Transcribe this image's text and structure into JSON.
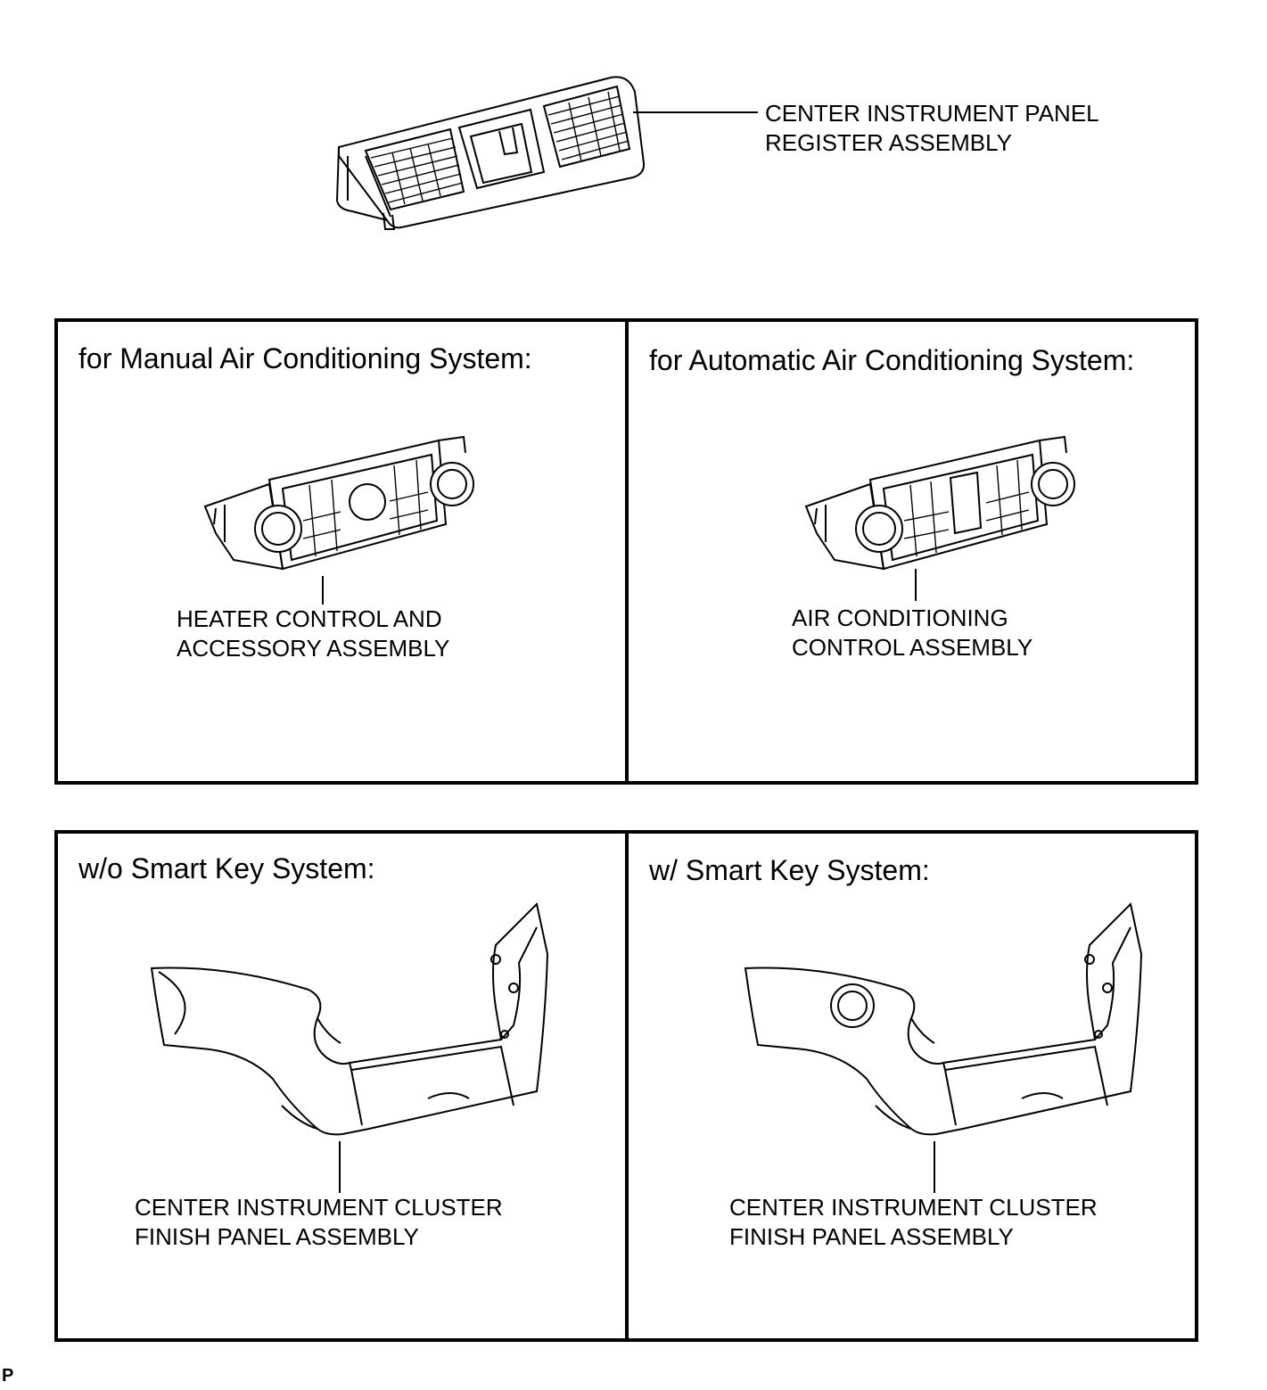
{
  "register": {
    "label_line1": "CENTER INSTRUMENT PANEL",
    "label_line2": "REGISTER ASSEMBLY",
    "icon": "air-vent-register-illustration"
  },
  "panels": {
    "manual": {
      "title": "for Manual Air Conditioning System:",
      "label_line1": "HEATER CONTROL AND",
      "label_line2": "ACCESSORY ASSEMBLY",
      "icon": "heater-control-illustration"
    },
    "automatic": {
      "title": "for Automatic Air Conditioning System:",
      "label_line1": "AIR CONDITIONING",
      "label_line2": "CONTROL ASSEMBLY",
      "icon": "ac-control-illustration"
    },
    "wo_smart_key": {
      "title": "w/o Smart Key System:",
      "label_line1": "CENTER INSTRUMENT CLUSTER",
      "label_line2": "FINISH PANEL ASSEMBLY",
      "icon": "cluster-finish-panel-illustration"
    },
    "w_smart_key": {
      "title": "w/ Smart Key System:",
      "label_line1": "CENTER INSTRUMENT CLUSTER",
      "label_line2": "FINISH PANEL ASSEMBLY",
      "icon": "cluster-finish-panel-with-button-illustration"
    }
  },
  "corner_mark": "P"
}
